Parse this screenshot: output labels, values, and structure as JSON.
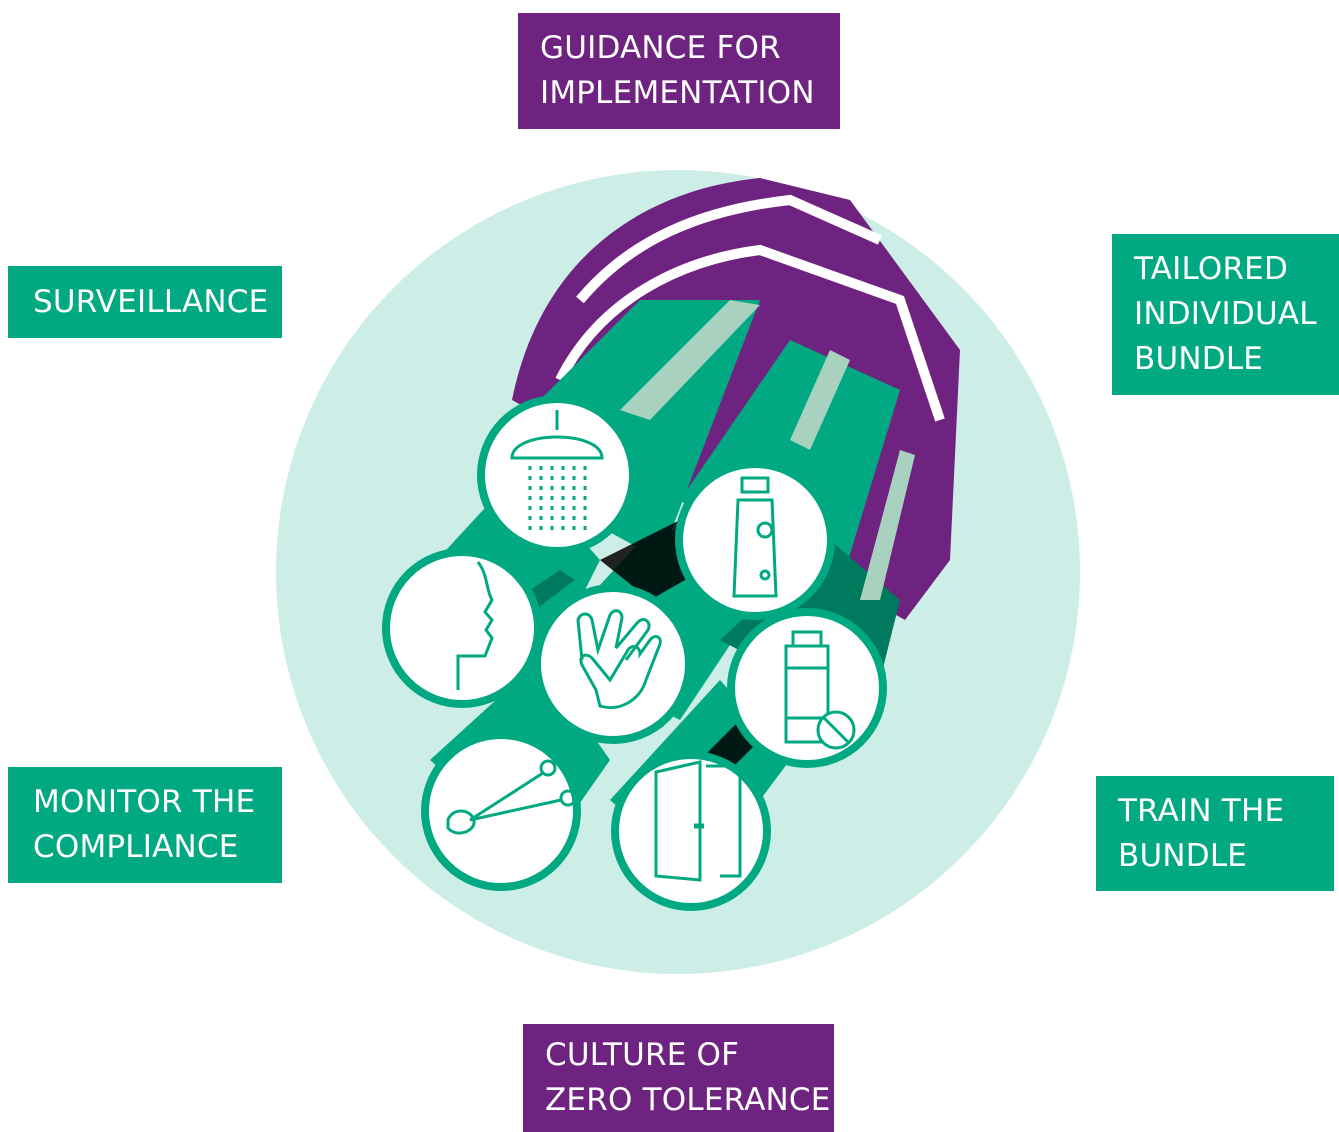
{
  "colors": {
    "green": "#00a982",
    "dark_green": "#007a5e",
    "purple": "#6f2381",
    "circle_bg": "#cdeee6",
    "white": "#ffffff"
  },
  "labels": {
    "top": [
      "GUIDANCE FOR",
      "IMPLEMENTATION"
    ],
    "surveillance": [
      "SURVEILLANCE"
    ],
    "tailored": [
      "TAILORED",
      "INDIVIDUAL",
      "BUNDLE"
    ],
    "monitor": [
      "MONITOR THE",
      "COMPLIANCE"
    ],
    "train": [
      "TRAIN THE",
      "BUNDLE"
    ],
    "bottom": [
      "CULTURE OF",
      "ZERO TOLERANCE"
    ]
  },
  "icons": [
    "shower-icon",
    "clipper-icon",
    "face-profile-icon",
    "hands-icon",
    "antiseptic-bottle-icon",
    "nasal-swab-icon",
    "open-door-icon"
  ]
}
